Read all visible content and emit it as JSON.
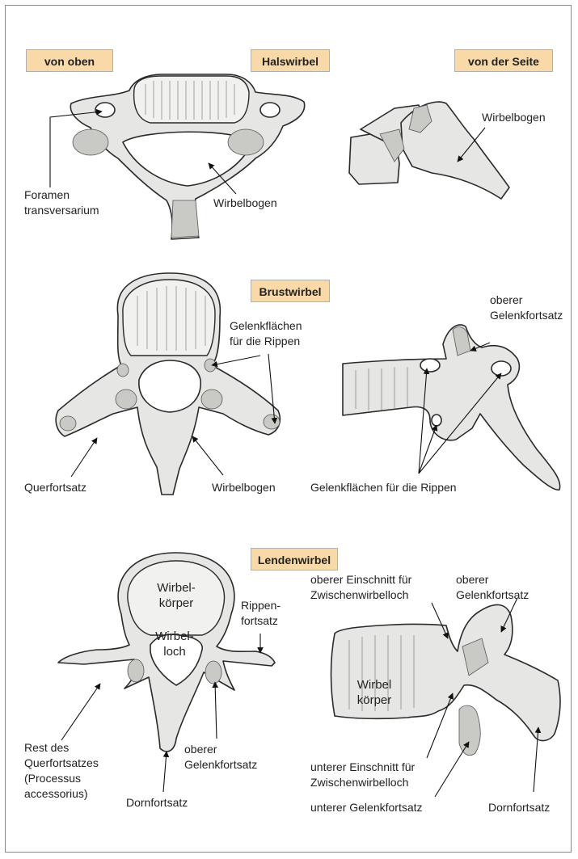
{
  "sections": {
    "top": {
      "view_top_tag": "von oben",
      "title_tag": "Halswirbel",
      "view_side_tag": "von der Seite"
    },
    "middle": {
      "title_tag": "Brustwirbel"
    },
    "bottom": {
      "title_tag": "Lendenwirbel"
    }
  },
  "labels": {
    "cervical_foramen": "Foramen\ntransversarium",
    "cervical_arch_top": "Wirbelbogen",
    "cervical_arch_side": "Wirbelbogen",
    "thoracic_facets_top": "Gelenkflächen\nfür die Rippen",
    "thoracic_transverse": "Querfortsatz",
    "thoracic_arch": "Wirbelbogen",
    "thoracic_sup_artic": "oberer\nGelenkfortsatz",
    "thoracic_facets_side": "Gelenkflächen für die Rippen",
    "lumbar_body_top": "Wirbel-\nkörper",
    "lumbar_foramen_top": "Wirbel-\nloch",
    "lumbar_costal": "Rippen-\nfortsatz",
    "lumbar_accessory": "Rest des\nQuerfortsatzes\n(Processus\naccessorius)",
    "lumbar_sup_artic_top": "oberer\nGelenkfortsatz",
    "lumbar_spinous_top": "Dornfortsatz",
    "lumbar_sup_notch": "oberer Einschnitt für\nZwischenwirbelloch",
    "lumbar_sup_artic_side": "oberer\nGelenkfortsatz",
    "lumbar_body_side": "Wirbel\nkörper",
    "lumbar_inf_notch": "unterer Einschnitt für\nZwischenwirbelloch",
    "lumbar_inf_artic": "unterer Gelenkfortsatz",
    "lumbar_spinous_side": "Dornfortsatz"
  },
  "colors": {
    "tag_fill": "#f9d9a8",
    "bone_fill": "#e6e6e4",
    "outline": "#2a2a2a"
  }
}
